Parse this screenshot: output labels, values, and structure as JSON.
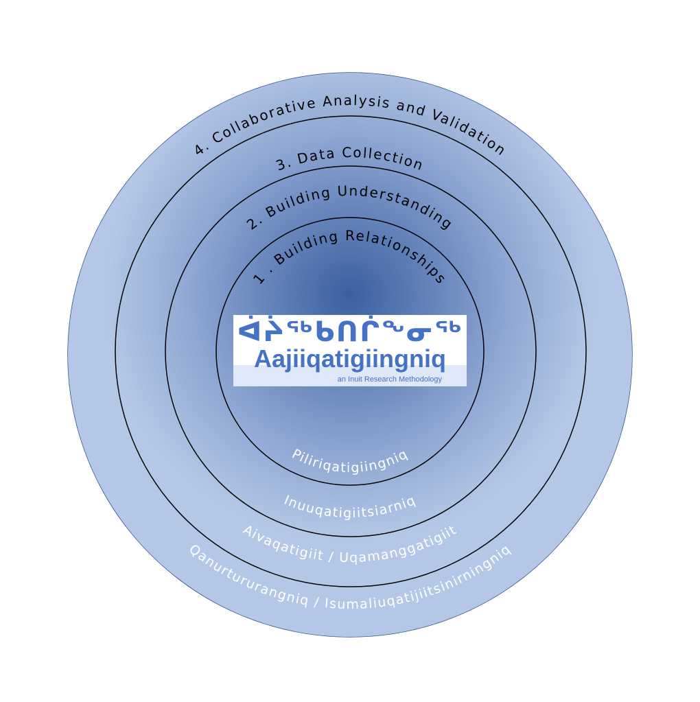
{
  "rings_top": [
    "1 . Building Relationships",
    "2. Building Understanding",
    "3. Data Collection",
    "4. Collaborative Analysis and Validation"
  ],
  "rings_bottom": [
    "Piliriqatigiingniq",
    "Inuuqatigiitsiarniq",
    "Aivaqatigiit / Uqamanggatigiit",
    "Qanurtururangniq / Isumaliuqatijiitsinirningniq"
  ],
  "logo": {
    "syllabics": "ᐋᔩᖅᑲᑎᒌᖕᓂᖅ",
    "name": "Aajiiqatigiingniq",
    "subtitle": "an Inuit Research Methodology"
  },
  "colors": {
    "center": "#3a5fa0",
    "edge": "#b4c7e7",
    "outline": "#2f528f",
    "logo_text": "#4472c4"
  }
}
